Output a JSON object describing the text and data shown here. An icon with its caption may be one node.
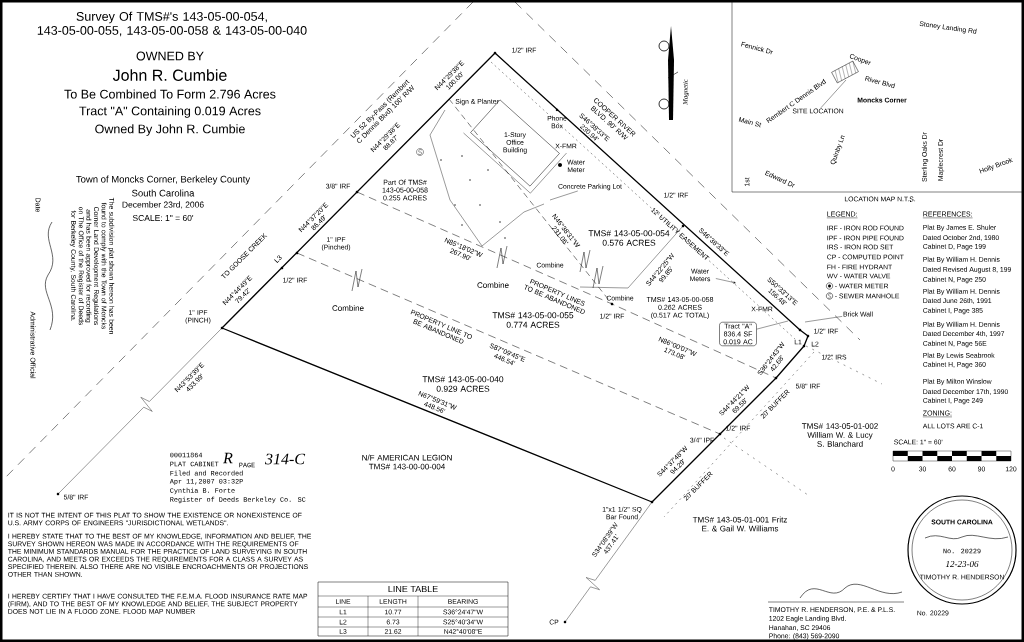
{
  "diagram": {
    "title": "Survey Of TMS#'s 143-05-00-054, 143-05-00-055, 143-05-00-058 & 143-05-00-040",
    "nodes": [
      {
        "text": [
          "Tract \"A\" 836.4 SF 0.019 AC"
        ]
      },
      {
        "text": [
          "Concrete Parking Lot"
        ]
      },
      {
        "text": [
          "SITE LOCATION"
        ]
      },
      {
        "text": [
          "Brick Wall"
        ]
      },
      {
        "text": [
          "Water Meters"
        ]
      }
    ],
    "edges": [
      {
        "from": 0,
        "to": null,
        "arrow": "none"
      },
      {
        "from": 1,
        "to": null,
        "arrow": "none"
      },
      {
        "from": 2,
        "to": null,
        "arrow": "none"
      },
      {
        "from": 3,
        "to": null,
        "arrow": "none"
      },
      {
        "from": 4,
        "to": null,
        "arrow": "to"
      }
    ],
    "labels": [
      "OWNED BY",
      "John R. Cumbie",
      "To Be Combined To Form 2.796 Acres",
      "Tract \"A\" Containing 0.019 Acres",
      "Owned By John R. Cumbie",
      "Town of Moncks Corner, Berkeley County",
      "South Carolina",
      "December 23rd, 2006",
      "SCALE: 1\" = 60'",
      "The subdivision plat shown hereon has been found to comply with the Town of Moncks Corner Land Development Regulations and has been approved for recording on The Office of the Register of Deeds for Berkeley County, South Carolina.",
      "Date",
      "Administrative Official",
      "US 52 By-Pass (Rembert C Dennis Blvd) 100' R/W",
      "COOPER RIVER BLVD. 90' R/W",
      "TO GOOSE CREEK",
      "1/2\" IRF",
      "N44°29'38\"E 100.00'",
      "N44°29'38\"E 88.87'",
      "Part Of TMS# 143-05-00-058 0.255 ACRES",
      "Sign & Planter",
      "1-Story Office Building",
      "Phone Box",
      "X-FMR",
      "Water Meter",
      "S46°38'33\"E 230.94'",
      "12' UTILITY EASEMENT",
      "TMS# 143-05-00-054 0.576 ACRES",
      "N46°38'31\"W 231.06'",
      "N85°18'02\"W 267.90'",
      "Combine",
      "Combine",
      "PROPERTY LINES TO BE ABANDONED",
      "S44°22'25\"W 99.85'",
      "Combine",
      "1/2\" IRF",
      "S46°38'33\"E",
      "S50°33'13\"E 156.48'",
      "X-FMR",
      "TMS# 143-05-00-058 0.262 ACRES (0.517 AC TOTAL)",
      "1/2\" IRF",
      "TMS# 143-05-00-055 0.774 ACRES",
      "Combine",
      "PROPERTY LINE TO BE ABANDONED",
      "S87°09'45\"E 446.54'",
      "N86°00'07\"W 173.08'",
      "1/2\" IRF",
      "1/2\" IRS",
      "L1",
      "L2",
      "S36°24'43\"W 42.68'",
      "5/8\" IRF",
      "S44°44'21\"W 69.58'",
      "20' BUFFER",
      "3/4\" IPF",
      "1/2\" IRF",
      "S44°37'48\"W 94.29'",
      "20' BUFFER",
      "TMS# 143-05-00-040 0.929 ACRES",
      "N67°59'31\"W 448.56'",
      "1\"x1 1/2\" SQ Bar Found",
      "S34°08'39\"W 437.41'",
      "CP",
      "N/F AMERICAN LEGION TMS# 143-00-00-004",
      "TMS# 143-05-01-002 William W. & Lucy S. Blanchard",
      "TMS# 143-05-01-001 Fritz E. & Gail W. Williams",
      "1\" IPF (PINCH)",
      "1\" IPF (Pinched)",
      "1/2\" IRF",
      "L3",
      "N44°37'20\"E 86.49'",
      "N44°44'49\"E 79.42'",
      "3/8\" IRF",
      "N43°53'39\"E 433.99'",
      "5/8\" IRF",
      "00011864",
      "PLAT CABINET",
      "R",
      "PAGE",
      "314-C",
      "Filed and Recorded",
      "Apr 11,2007 03:32P",
      "Cynthia B. Forte",
      "Register of Deeds Berkeley Co. SC",
      "IT IS NOT THE INTENT OF THIS PLAT TO SHOW THE EXISTENCE OR NONEXISTENCE OF U.S. ARMY CORPS OF ENGINEERS \"JURISDICTIONAL WETLANDS\".",
      "I HEREBY STATE THAT TO THE BEST OF MY KNOWLEDGE, INFORMATION AND BELIEF, THE SURVEY SHOWN HEREON WAS MADE IN ACCORDANCE WITH THE REQUIREMENTS OF THE MINIMUM STANDARDS MANUAL FOR THE PRACTICE OF LAND SURVEYING IN SOUTH CAROLINA, AND MEETS OR EXCEEDS THE REQUIREMENTS FOR A CLASS A SURVEY AS SPECIFIED THEREIN. ALSO THERE ARE NO VISIBLE ENCROACHMENTS OR PROJECTIONS OTHER THAN SHOWN.",
      "I HEREBY CERTIFY THAT I HAVE CONSULTED THE F.E.M.A. FLOOD INSURANCE RATE MAP (FIRM), AND TO THE BEST OF MY KNOWLEDGE AND BELIEF, THE SUBJECT PROPERTY DOES NOT LIE IN A FLOOD ZONE. FLOOD MAP NUMBER",
      "LINE TABLE",
      "LINE",
      "LENGTH",
      "BEARING",
      "L1",
      "10.77",
      "S36°24'47\"W",
      "L2",
      "6.73",
      "S25°40'34\"W",
      "L3",
      "21.62",
      "N42°40'08\"E",
      "Stoney Landing Rd",
      "Fennick Dr",
      "Rembert C Dennis Blvd",
      "Cooper",
      "River Blvd",
      "Moncks Corner",
      "Main St",
      "Quinby Ln",
      "Sterling Oaks Dr",
      "Maplecrest Dr",
      "Holly Brook",
      "Edward Dr",
      "1st",
      "LOCATION MAP N.T.S.",
      "LEGEND:",
      "REFERENCES:",
      "Plat By James E. Shuler",
      "Dated October 2nd, 1980",
      "Cabinet D, Page 199",
      "Plat By William H. Dennis",
      "Dated Revised August 8, 199",
      "Cabinet N, Page 250",
      "Plat By William H. Dennis",
      "Dated June 26th, 1991",
      "Cabinet I, Page 385",
      "Plat By William H. Dennis",
      "Dated December 4th, 1997",
      "Cabinet N, Page 56E",
      "Plat By Lewis Seabrook",
      "Cabinet H, Page 360",
      "Plat By Milton Winslow",
      "Dated December 17th, 1990",
      "Cabinet I, Page 249",
      "ZONING:",
      "ALL LOTS ARE C-1",
      "SCALE: 1\" = 60'",
      "0",
      "30",
      "60",
      "90",
      "120",
      "SOUTH CAROLINA",
      "No. 20229",
      "12-23-06",
      "TIMOTHY R. HENDERSON",
      "TIMOTHY R. HENDERSON, P.E. & P.L.S.",
      "No. 20229",
      "1202 Eagle Landing Blvd.",
      "Hanahan, SC 29406",
      "Phone: (843) 569-2090",
      "Magnetic"
    ],
    "legend": [
      {
        "text": "IRF - IRON ROD FOUND"
      },
      {
        "text": "IPF - IRON PIPE FOUND"
      },
      {
        "text": "IRS - IRON ROD SET"
      },
      {
        "text": "CP - COMPUTED POINT"
      },
      {
        "text": "FH - FIRE HYDRANT"
      },
      {
        "text": "WV - WATER VALVE"
      },
      {
        "text": "- WATER METER"
      },
      {
        "text": "- SEWER MANHOLE"
      }
    ]
  }
}
